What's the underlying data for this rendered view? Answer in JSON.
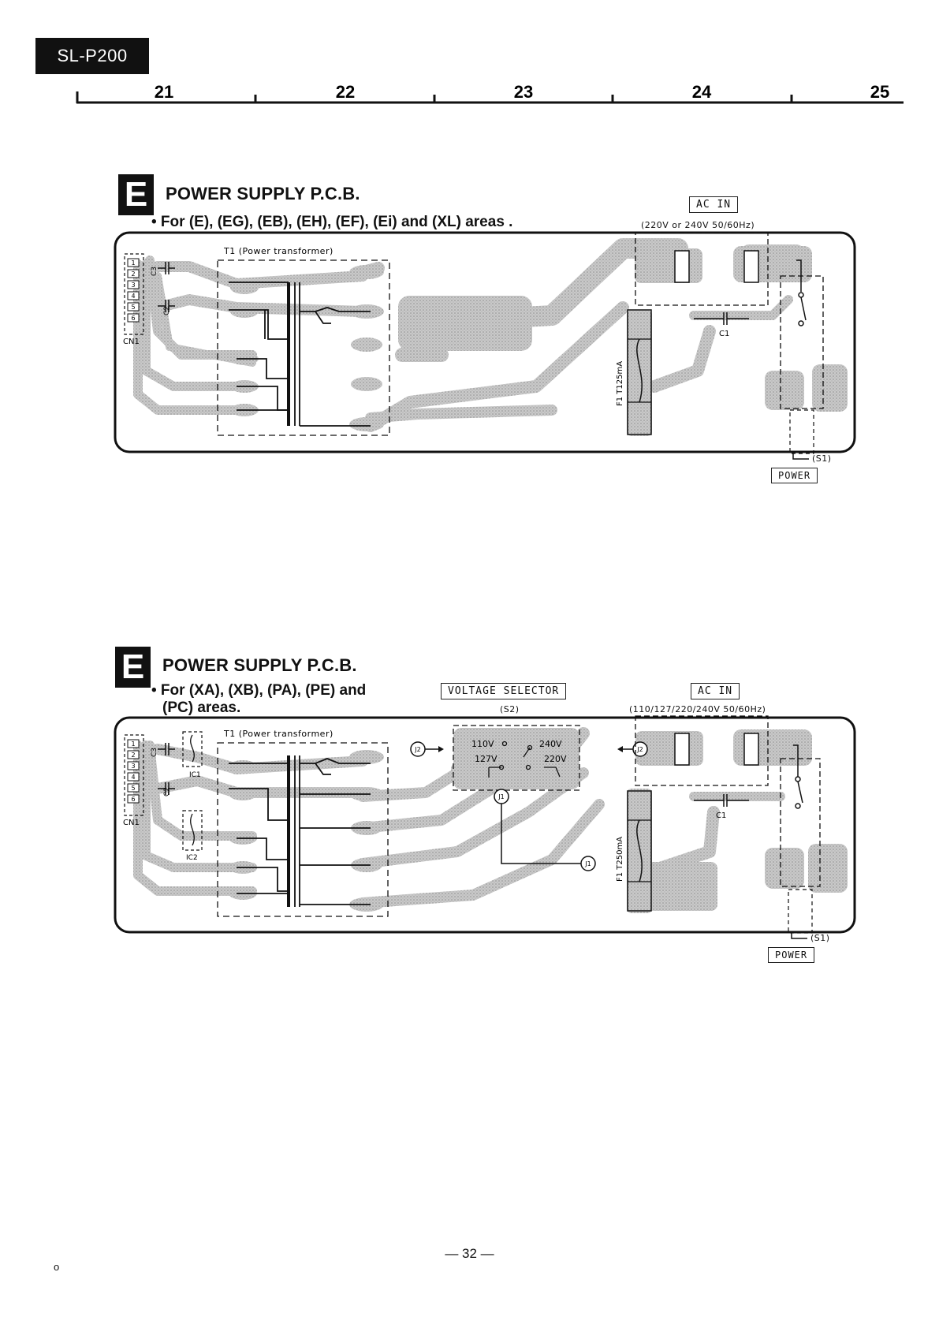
{
  "header": {
    "model": "SL-P200",
    "ruler_ticks": [
      "21",
      "22",
      "23",
      "24",
      "25"
    ]
  },
  "sections": [
    {
      "badge": "E",
      "title": "POWER SUPPLY P.C.B.",
      "subtitle_lines": [
        "• For (E), (EG), (EB), (EH), (EF), (Ei) and (XL) areas ."
      ],
      "ac_in_label": "AC  IN",
      "ac_in_spec": "(220V or 240V  50/60Hz)",
      "transformer_label": "T1 (Power transformer)",
      "connector_label": "CN1",
      "pins": [
        "1",
        "2",
        "3",
        "4",
        "5",
        "6"
      ],
      "c3_label": "C3",
      "c2_label": "C2",
      "c1_label": "C1",
      "fuse_label": "F1  T125mA",
      "switch_label": "(S1)",
      "power_label": "POWER"
    },
    {
      "badge": "E",
      "title": "POWER SUPPLY P.C.B.",
      "subtitle_lines": [
        "• For (XA), (XB), (PA), (PE) and",
        "(PC) areas."
      ],
      "voltage_selector_label": "VOLTAGE SELECTOR",
      "voltage_selector_ref": "(S2)",
      "ac_in_label": "AC  IN",
      "ac_in_spec": "(110/127/220/240V   50/60Hz)",
      "transformer_label": "T1 (Power transformer)",
      "connector_label": "CN1",
      "pins": [
        "1",
        "2",
        "3",
        "4",
        "5",
        "6"
      ],
      "c3_label": "C3",
      "c2_label": "C2",
      "c1_label": "C1",
      "ic1_label": "IC1",
      "ic2_label": "IC2",
      "fuse_label": "F1  T250mA",
      "v110": "110V",
      "v127": "127V",
      "v240": "240V",
      "v220": "220V",
      "j1": "J1",
      "j2": "J2",
      "switch_label": "(S1)",
      "power_label": "POWER"
    }
  ],
  "footer": {
    "page_number": "— 32 —",
    "corner_mark": "o"
  }
}
